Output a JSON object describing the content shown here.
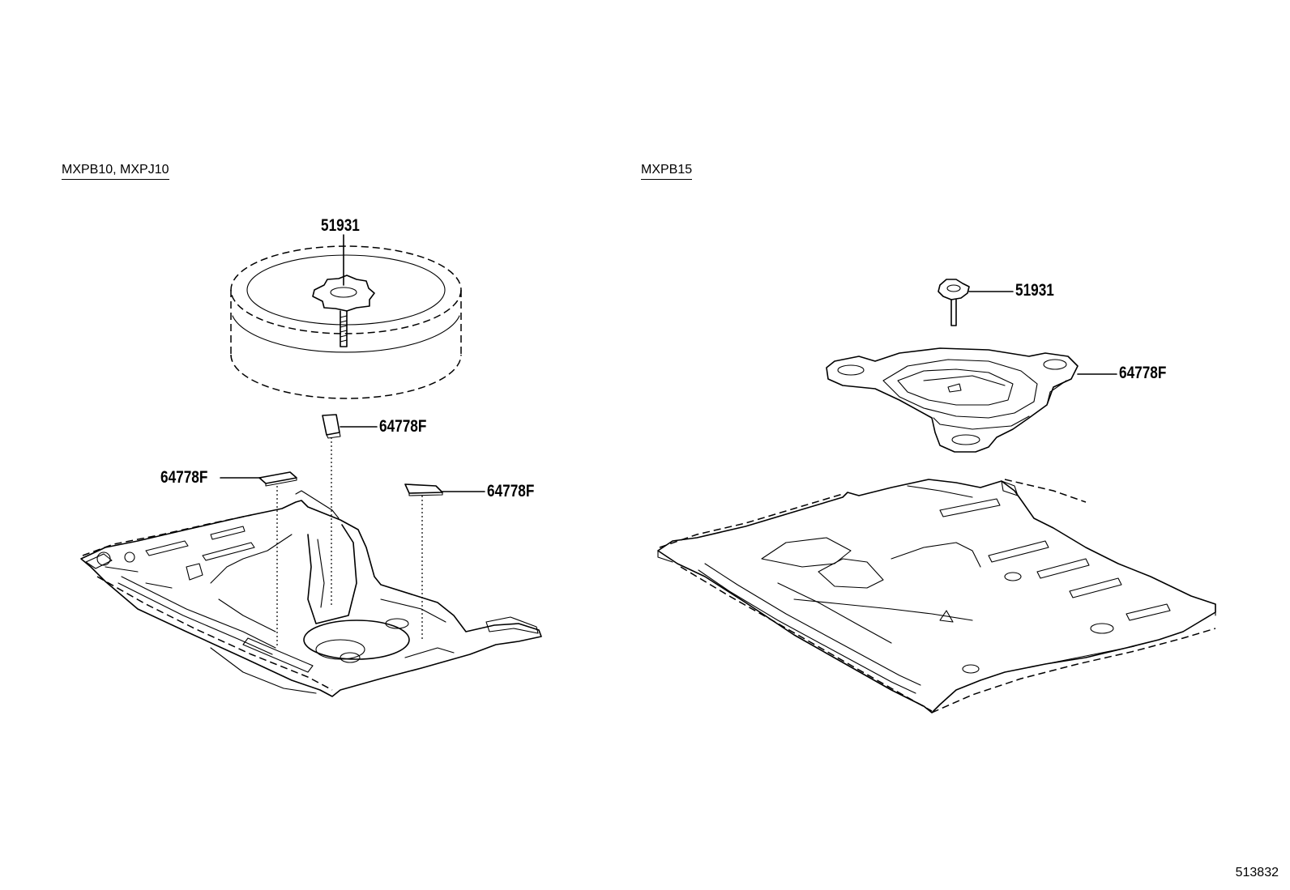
{
  "variants": {
    "left": {
      "label": "MXPB10, MXPJ10"
    },
    "right": {
      "label": "MXPB15"
    }
  },
  "callouts": {
    "left_clamp": "51931",
    "left_pad_upper": "64778F",
    "left_pad_left": "64778F",
    "left_pad_right": "64778F",
    "right_clamp": "51931",
    "right_holder": "64778F"
  },
  "diagram_id": "513832"
}
